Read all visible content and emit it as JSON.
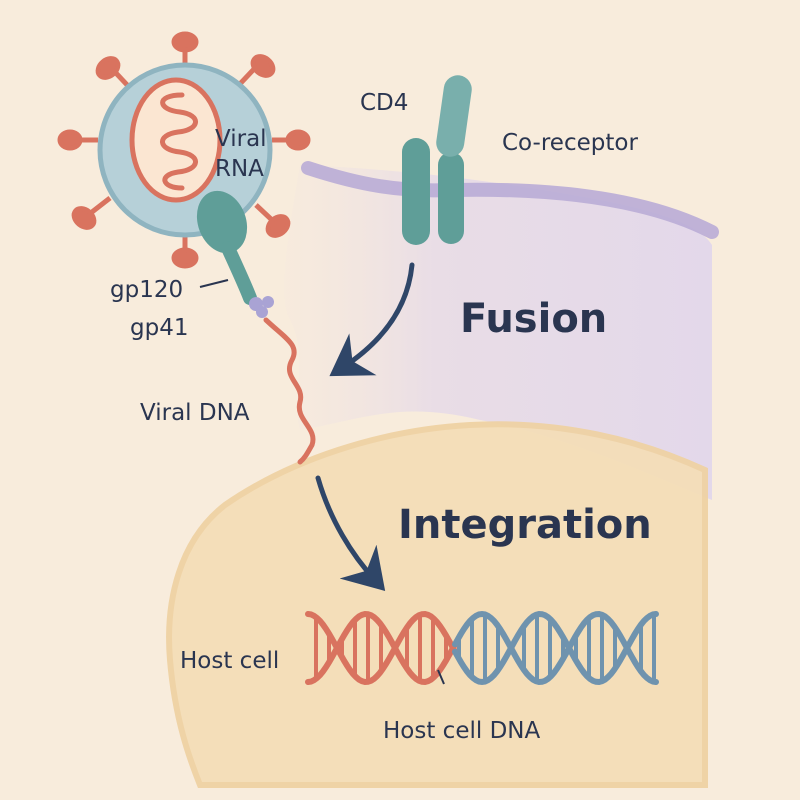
{
  "labels": {
    "viral_rna_line1": "Viral",
    "viral_rna_line2": "RNA",
    "cd4": "CD4",
    "co_receptor": "Co-receptor",
    "gp120": "gp120",
    "gp41": "gp41",
    "fusion": "Fusion",
    "viral_dna": "Viral DNA",
    "integration": "Integration",
    "host_cell": "Host cell",
    "host_cell_dna": "Host cell DNA"
  },
  "colors": {
    "background": "#f8ecdc",
    "cell_membrane_region": "#e6dbe8",
    "membrane_line": "#b9acd6",
    "nucleus": "#f4deb8",
    "virus_envelope": "#b6d0d8",
    "virus_core": "#fbe6d2",
    "rna_and_spikes": "#d9735f",
    "receptor": "#5f9e98",
    "gp41_knob": "#a9a3d4",
    "arrow": "#2f4668",
    "dna_left_strand": "#d9735f",
    "dna_right_strand": "#6f93ae",
    "text": "#2a3550"
  }
}
